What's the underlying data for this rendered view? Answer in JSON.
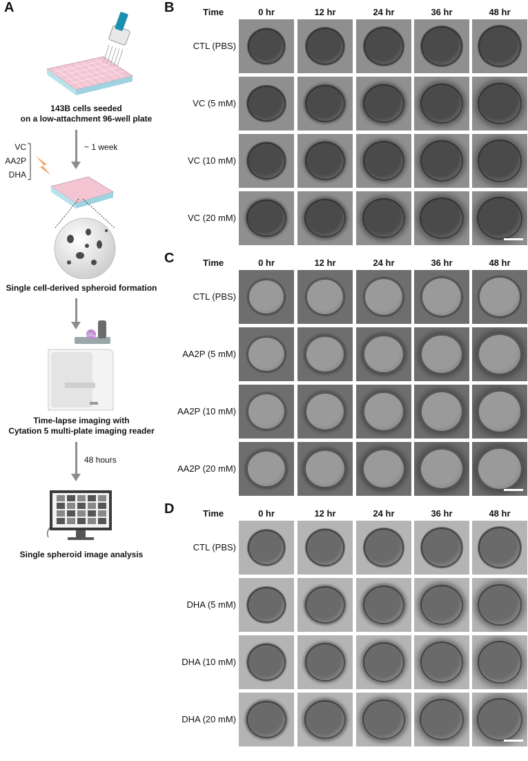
{
  "panels": {
    "a": {
      "letter": "A",
      "step1": [
        "143B cells seeded",
        "on a low-attachment 96-well plate"
      ],
      "arrow1": "~ 1 week",
      "treatments": [
        "VC",
        "AA2P",
        "DHA"
      ],
      "step2": "Single cell-derived spheroid formation",
      "co2_label": "CO₂",
      "step3": [
        "Time-lapse imaging with",
        "Cytation 5 multi-plate imaging reader"
      ],
      "arrow2": "48 hours",
      "step4": "Single spheroid image analysis"
    },
    "grids": [
      {
        "letter": "B",
        "time_label": "Time",
        "times": [
          "0 hr",
          "12 hr",
          "24 hr",
          "36 hr",
          "48 hr"
        ],
        "rows": [
          "CTL (PBS)",
          "VC (5 mM)",
          "VC (10 mM)",
          "VC (20 mM)"
        ],
        "tone": "#8f8f8f",
        "spheroid": "#4a4a4a"
      },
      {
        "letter": "C",
        "time_label": "Time",
        "times": [
          "0 hr",
          "12 hr",
          "24 hr",
          "36 hr",
          "48 hr"
        ],
        "rows": [
          "CTL (PBS)",
          "AA2P (5 mM)",
          "AA2P (10 mM)",
          "AA2P (20 mM)"
        ],
        "tone": "#6e6e6e",
        "spheroid": "#9a9a9a"
      },
      {
        "letter": "D",
        "time_label": "Time",
        "times": [
          "0 hr",
          "12 hr",
          "24 hr",
          "36 hr",
          "48 hr"
        ],
        "rows": [
          "CTL (PBS)",
          "DHA (5 mM)",
          "DHA (10 mM)",
          "DHA (20 mM)"
        ],
        "tone": "#b4b4b4",
        "spheroid": "#6a6a6a"
      }
    ]
  }
}
